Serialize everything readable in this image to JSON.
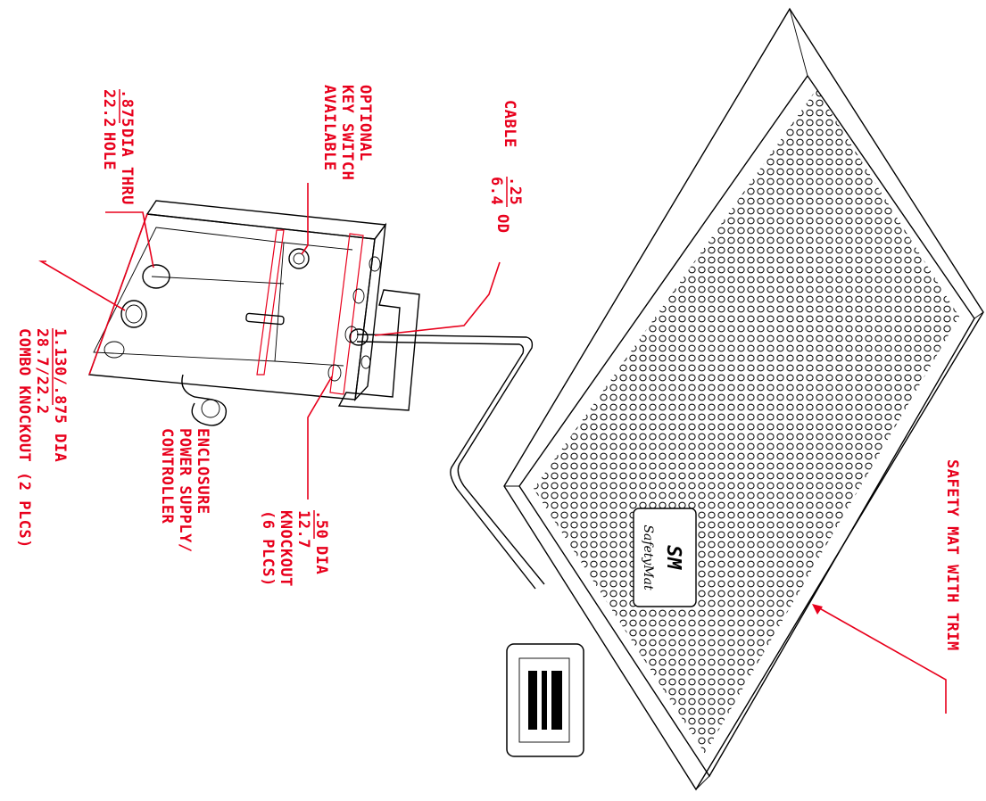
{
  "callouts": {
    "hole": {
      "value": ".875",
      "sub": "22.2",
      "desc1": "DIA THRU",
      "desc2": "HOLE"
    },
    "key_switch": {
      "line1": "OPTIONAL",
      "line2": "KEY SWITCH",
      "line3": "AVAILABLE"
    },
    "cable": {
      "prefix": "CABLE",
      "value": ".25",
      "sub": "6.4",
      "suffix": "OD"
    },
    "combo_knockout": {
      "line1": "1.130/.875 DIA",
      "line2": "28.7/22.2",
      "line3": "COMBO KNOCKOUT (2 PLCS)"
    },
    "enclosure": {
      "line1": "ENCLOSURE",
      "line2": "POWER SUPPLY/",
      "line3": "CONTROLLER"
    },
    "knockout_50": {
      "value": ".50",
      "suffix": "DIA",
      "line2": "12.7",
      "line3": "KNOCKOUT",
      "line4": "(6 PLCS)"
    },
    "mat": {
      "label": "SAFETY MAT WITH TRIM"
    }
  },
  "logo": {
    "brand": "SafetyMat"
  },
  "colors": {
    "callout": "#e8001c",
    "drawing": "#000000"
  }
}
